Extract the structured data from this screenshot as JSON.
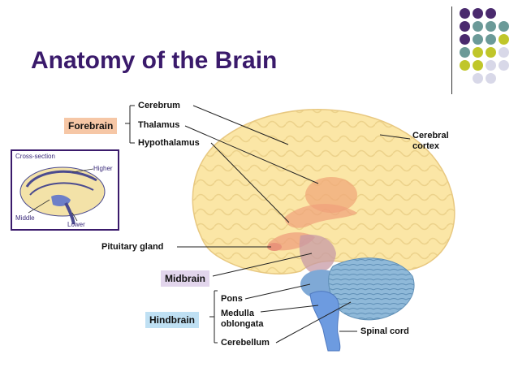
{
  "slide": {
    "title": "Anatomy of the Brain"
  },
  "diagram": {
    "groups": {
      "forebrain": "Forebrain",
      "midbrain": "Midbrain",
      "hindbrain": "Hindbrain"
    },
    "labels": {
      "cerebrum": "Cerebrum",
      "thalamus": "Thalamus",
      "hypothalamus": "Hypothalamus",
      "cerebral_cortex_line1": "Cerebral",
      "cerebral_cortex_line2": "cortex",
      "pituitary_gland": "Pituitary gland",
      "pons": "Pons",
      "medulla_line1": "Medulla",
      "medulla_line2": "oblongata",
      "cerebellum": "Cerebellum",
      "spinal_cord": "Spinal cord"
    },
    "inset": {
      "title": "Cross-section",
      "higher": "Higher",
      "middle": "Middle",
      "lower": "Lower"
    }
  },
  "colors": {
    "title": "#3a1a6b",
    "forebrain_bg": "#f6c7a6",
    "midbrain_bg": "#e2d5ec",
    "hindbrain_bg": "#bfe0f3",
    "dot_purple": "#4a2a6e",
    "dot_teal": "#6b9a98",
    "dot_olive": "#c0c62a",
    "dot_lavender": "#d8d8e8"
  }
}
